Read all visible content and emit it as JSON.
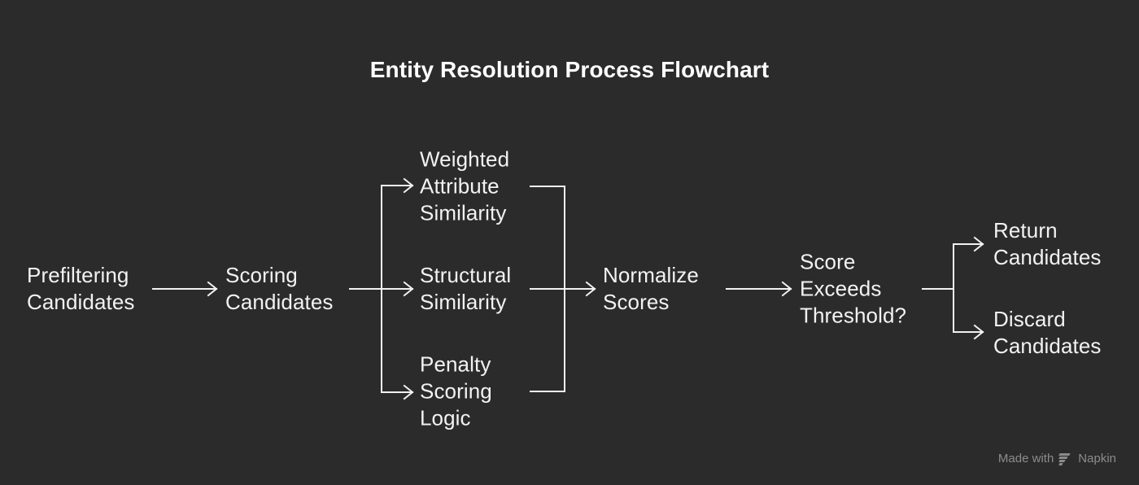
{
  "diagram": {
    "title": "Entity Resolution Process Flowchart",
    "background_color": "#2b2b2b",
    "text_color": "#f2f2f2",
    "line_color": "#f2f2f2",
    "nodes": [
      {
        "id": "prefiltering",
        "label": "Prefiltering\nCandidates"
      },
      {
        "id": "scoring",
        "label": "Scoring\nCandidates"
      },
      {
        "id": "weighted",
        "label": "Weighted\nAttribute\nSimilarity"
      },
      {
        "id": "structural",
        "label": "Structural\nSimilarity"
      },
      {
        "id": "penalty",
        "label": "Penalty\nScoring\nLogic"
      },
      {
        "id": "normalize",
        "label": "Normalize\nScores"
      },
      {
        "id": "threshold",
        "label": "Score\nExceeds\nThreshold?"
      },
      {
        "id": "return",
        "label": "Return\nCandidates"
      },
      {
        "id": "discard",
        "label": "Discard\nCandidates"
      }
    ],
    "edges": [
      {
        "from": "prefiltering",
        "to": "scoring"
      },
      {
        "from": "scoring",
        "to": "weighted"
      },
      {
        "from": "scoring",
        "to": "structural"
      },
      {
        "from": "scoring",
        "to": "penalty"
      },
      {
        "from": "weighted",
        "to": "normalize"
      },
      {
        "from": "structural",
        "to": "normalize"
      },
      {
        "from": "penalty",
        "to": "normalize"
      },
      {
        "from": "normalize",
        "to": "threshold"
      },
      {
        "from": "threshold",
        "to": "return"
      },
      {
        "from": "threshold",
        "to": "discard"
      }
    ]
  },
  "watermark": {
    "text": "Made with",
    "brand": "Napkin",
    "logo_icon": "napkin-logo-icon"
  }
}
